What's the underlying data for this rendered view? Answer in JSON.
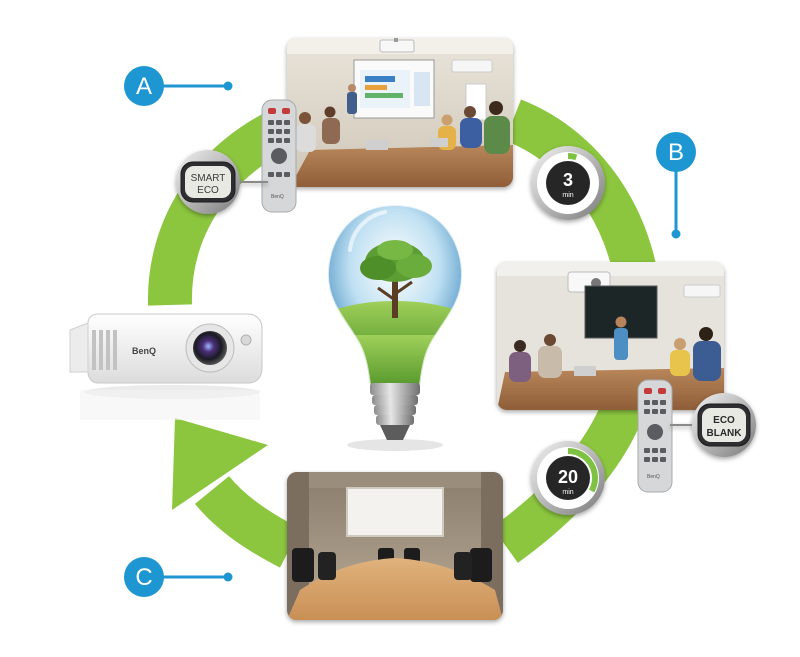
{
  "colors": {
    "arrow_green": "#8cc63f",
    "marker_blue": "#1e96d2",
    "timer_green": "#7dc242",
    "timer_dark": "#2a2a2a",
    "remote_body": "#d9dadc"
  },
  "markers": [
    {
      "label": "A"
    },
    {
      "label": "B"
    },
    {
      "label": "C"
    }
  ],
  "timers": [
    {
      "value": "3",
      "unit": "min",
      "progress": 0.05
    },
    {
      "value": "20",
      "unit": "min",
      "progress": 0.33
    }
  ],
  "buttons": [
    {
      "line1": "SMART",
      "line2": "ECO"
    },
    {
      "line1": "ECO",
      "line2": "BLANK"
    }
  ],
  "projector": {
    "brand": "BenQ"
  },
  "remotes": [
    {
      "brand": "BenQ"
    },
    {
      "brand": "BenQ"
    }
  ],
  "icons": {
    "bulb": "eco-lightbulb-tree-icon",
    "projector": "projector-icon",
    "remote": "remote-control-icon",
    "timer": "stopwatch-icon"
  }
}
